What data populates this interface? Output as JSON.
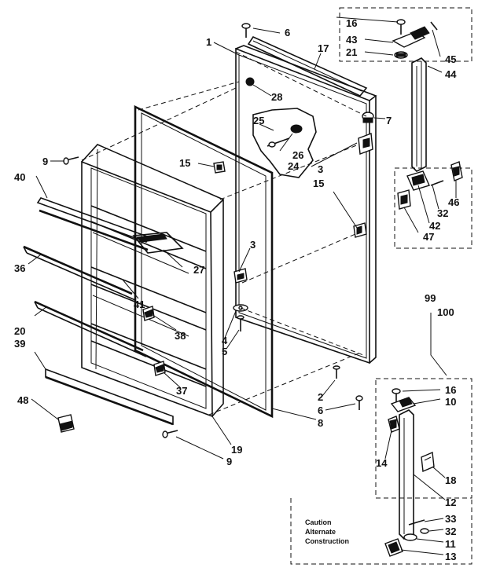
{
  "callouts": [
    {
      "id": "c1",
      "text": "1"
    },
    {
      "id": "c6a",
      "text": "6"
    },
    {
      "id": "c17",
      "text": "17"
    },
    {
      "id": "c28",
      "text": "28"
    },
    {
      "id": "c7",
      "text": "7"
    },
    {
      "id": "c25",
      "text": "25"
    },
    {
      "id": "c26",
      "text": "26"
    },
    {
      "id": "c24",
      "text": "24"
    },
    {
      "id": "c3a",
      "text": "3"
    },
    {
      "id": "c15a",
      "text": "15"
    },
    {
      "id": "c15b",
      "text": "15"
    },
    {
      "id": "c9a",
      "text": "9"
    },
    {
      "id": "c40",
      "text": "40"
    },
    {
      "id": "c36",
      "text": "36"
    },
    {
      "id": "c27",
      "text": "27"
    },
    {
      "id": "c3b",
      "text": "3"
    },
    {
      "id": "c41",
      "text": "41"
    },
    {
      "id": "c38",
      "text": "38"
    },
    {
      "id": "c4",
      "text": "4"
    },
    {
      "id": "c5",
      "text": "5"
    },
    {
      "id": "c20",
      "text": "20"
    },
    {
      "id": "c39",
      "text": "39"
    },
    {
      "id": "c37",
      "text": "37"
    },
    {
      "id": "c2",
      "text": "2"
    },
    {
      "id": "c6b",
      "text": "6"
    },
    {
      "id": "c8",
      "text": "8"
    },
    {
      "id": "c48",
      "text": "48"
    },
    {
      "id": "c19",
      "text": "19"
    },
    {
      "id": "c9b",
      "text": "9"
    },
    {
      "id": "c16a",
      "text": "16"
    },
    {
      "id": "c43",
      "text": "43"
    },
    {
      "id": "c21",
      "text": "21"
    },
    {
      "id": "c45",
      "text": "45"
    },
    {
      "id": "c44",
      "text": "44"
    },
    {
      "id": "c46",
      "text": "46"
    },
    {
      "id": "c32a",
      "text": "32"
    },
    {
      "id": "c42",
      "text": "42"
    },
    {
      "id": "c47",
      "text": "47"
    },
    {
      "id": "c99",
      "text": "99"
    },
    {
      "id": "c100",
      "text": "100"
    },
    {
      "id": "c16b",
      "text": "16"
    },
    {
      "id": "c10",
      "text": "10"
    },
    {
      "id": "c14",
      "text": "14"
    },
    {
      "id": "c18",
      "text": "18"
    },
    {
      "id": "c12",
      "text": "12"
    },
    {
      "id": "c33",
      "text": "33"
    },
    {
      "id": "c32b",
      "text": "32"
    },
    {
      "id": "c11",
      "text": "11"
    },
    {
      "id": "c13",
      "text": "13"
    }
  ],
  "caution_note": [
    "Caution",
    "Alternate",
    "Construction"
  ]
}
